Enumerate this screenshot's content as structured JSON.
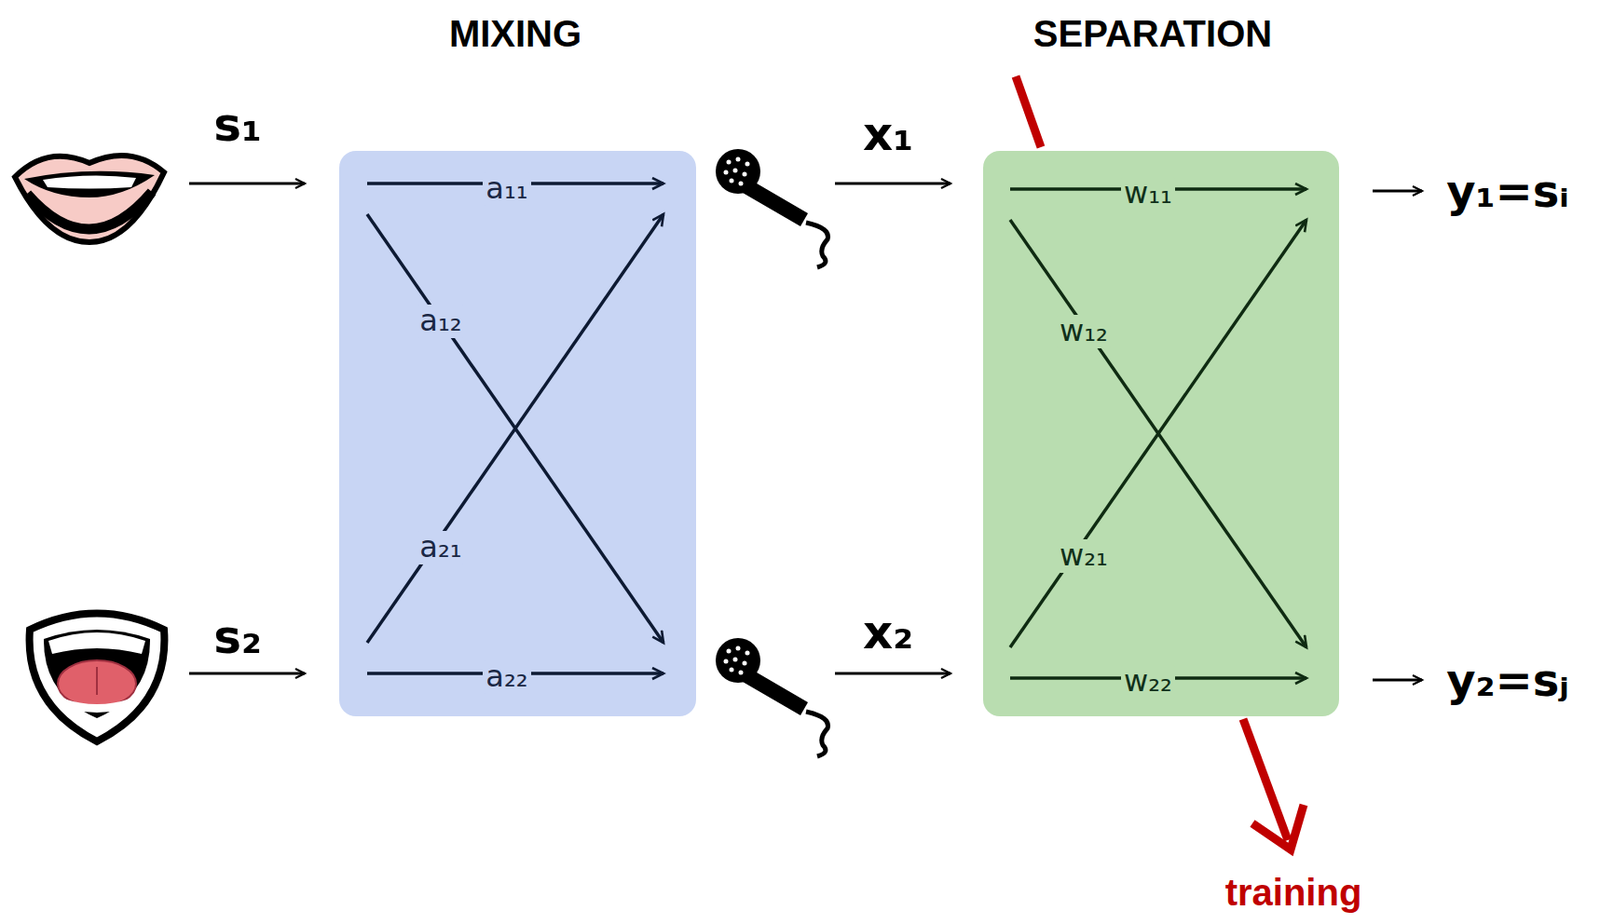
{
  "diagram": {
    "nodes": [
      {
        "text": [
          "MIXING"
        ]
      },
      {
        "text": [
          "SEPARATION"
        ]
      }
    ],
    "labels": [
      "s₁",
      "s₂",
      "a₁₁",
      "a₁₂",
      "a₂₁",
      "a₂₂",
      "x₁",
      "x₂",
      "w₁₁",
      "w₁₂",
      "w₂₁",
      "w₂₂",
      "y₁=sᵢ",
      "y₂=sⱼ",
      "training"
    ]
  }
}
